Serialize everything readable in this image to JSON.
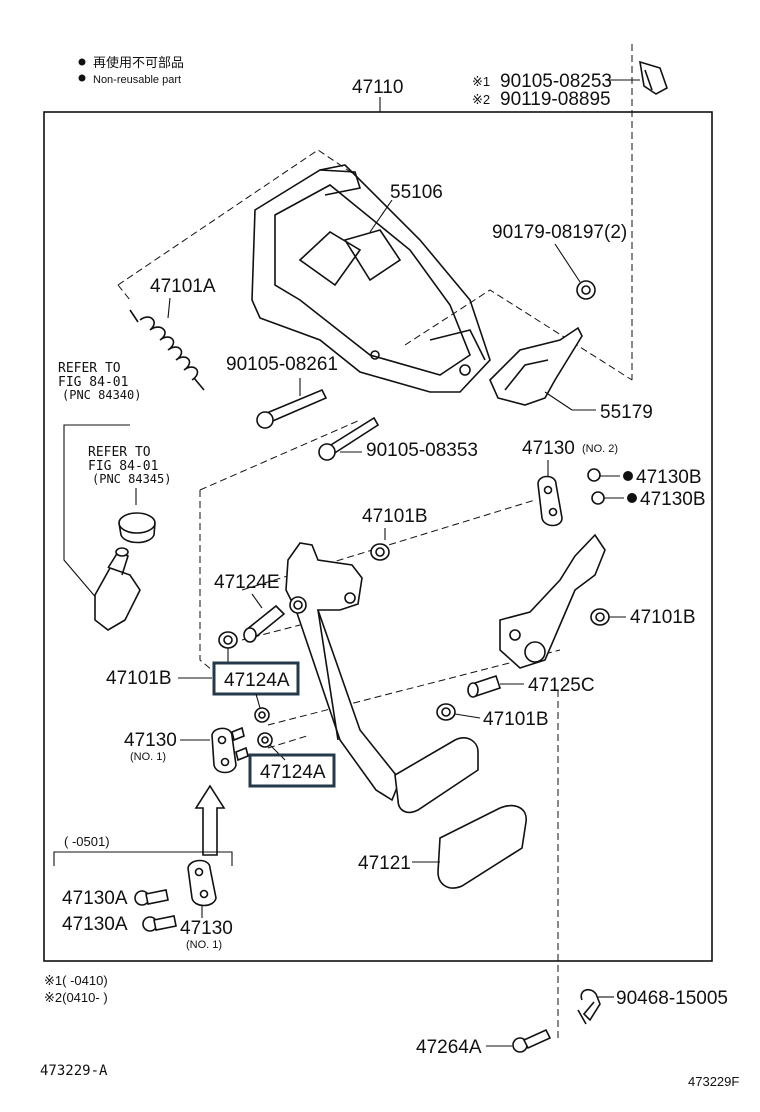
{
  "legend": {
    "line1": "再使用不可部品",
    "line2": "Non-reusable part"
  },
  "assembly": "47110",
  "footnote_parts": {
    "p1_mark": "※1",
    "p1": "90105-08253",
    "p2_mark": "※2",
    "p2": "90119-08895"
  },
  "parts": {
    "p55106": "55106",
    "p90179": "90179-08197(2)",
    "p47101A": "47101A",
    "p90105_08261": "90105-08261",
    "p90105_08353": "90105-08353",
    "p55179": "55179",
    "p47130_no2": "47130",
    "p47130_no2_sub": "(NO. 2)",
    "p47130B_1": "47130B",
    "p47130B_2": "47130B",
    "p47101B_top": "47101B",
    "p47124E": "47124E",
    "p47101B_right": "47101B",
    "p47101B_left": "47101B",
    "p47124A_1": "47124A",
    "p47125C": "47125C",
    "p47101B_mid": "47101B",
    "p47130_no1": "47130",
    "p47130_no1_sub": "(NO. 1)",
    "p47124A_2": "47124A",
    "p47121": "47121",
    "p47130A_1": "47130A",
    "p47130A_2": "47130A",
    "p47130_no1b": "47130",
    "p47130_no1b_sub": "(NO. 1)",
    "p90468": "90468-15005",
    "p47264A": "47264A"
  },
  "refer1": {
    "l1": "REFER TO",
    "l2": "FIG 84-01",
    "l3": "(PNC 84340)"
  },
  "refer2": {
    "l1": "REFER TO",
    "l2": "FIG 84-01",
    "l3": "(PNC 84345)"
  },
  "range_label": "(     -0501)",
  "notes": {
    "n1": "※1(      -0410)",
    "n2": "※2(0410-      )"
  },
  "diagram_id": "473229-A",
  "figure_code": "473229F",
  "colors": {
    "highlight_box": "#26394a"
  }
}
